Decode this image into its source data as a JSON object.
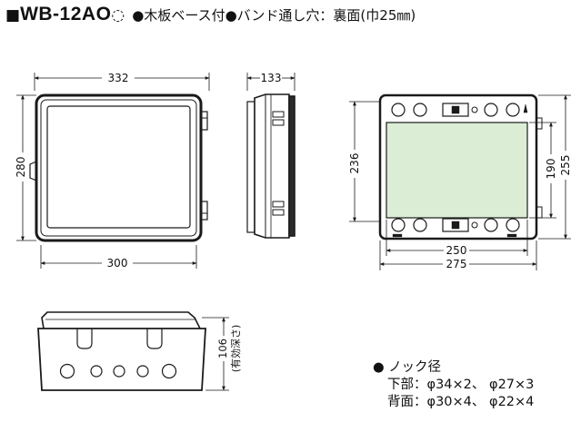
{
  "title": {
    "prefix": "■",
    "model": "WB-12AO",
    "symbol": "◌",
    "description": "●木板ベース付●バンド通し穴：裏面(巾25㎜)"
  },
  "front_view": {
    "width_outer": "332",
    "height": "280",
    "width_inner": "300"
  },
  "side_view": {
    "depth": "133"
  },
  "back_view": {
    "height_outer": "236",
    "panel_height": "190",
    "height_total": "255",
    "panel_width": "250",
    "width_total": "275"
  },
  "bottom_view": {
    "depth_label": "106",
    "depth_note": "(有効深さ)"
  },
  "notes": {
    "heading": "● ノック径",
    "rows": [
      "下部：φ34×2、 φ27×3",
      "背面：φ30×4、 φ22×4"
    ]
  },
  "colors": {
    "line": "#1a1a1a",
    "panel": "#dbeed5",
    "fill_dark": "#2b2b2b"
  }
}
